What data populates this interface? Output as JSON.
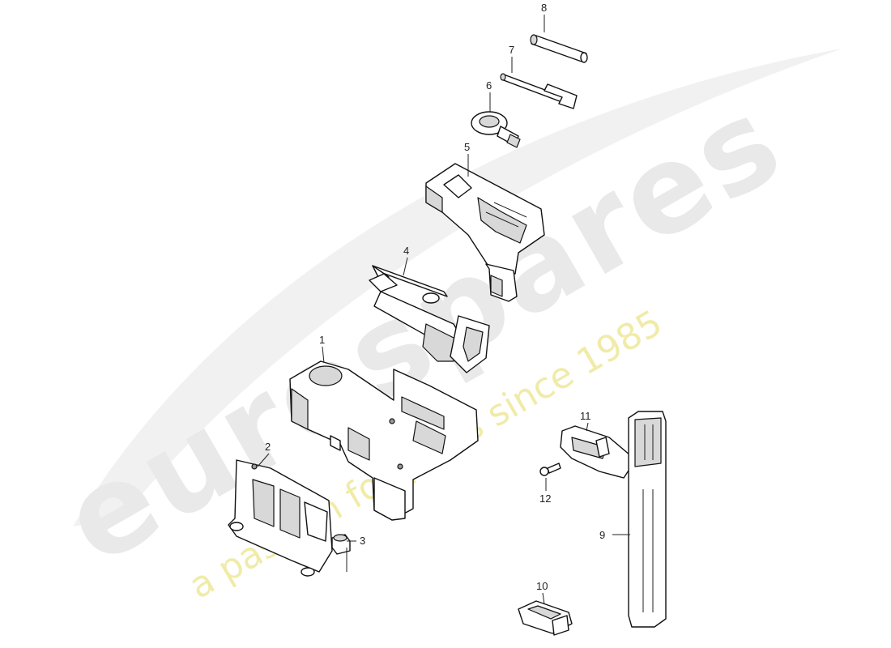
{
  "watermark": {
    "brand": "eurospares",
    "tagline": "a passion for parts since 1985",
    "colors": {
      "brand": "#e9e9e9",
      "tagline": "#f0eba8"
    }
  },
  "diagram": {
    "line_color": "#111111",
    "labels": {
      "p1": "1",
      "p2": "2",
      "p3": "3",
      "p4": "4",
      "p5": "5",
      "p6": "6",
      "p7": "7",
      "p8": "8",
      "p9": "9",
      "p10": "10",
      "p11": "11",
      "p12": "12"
    }
  }
}
